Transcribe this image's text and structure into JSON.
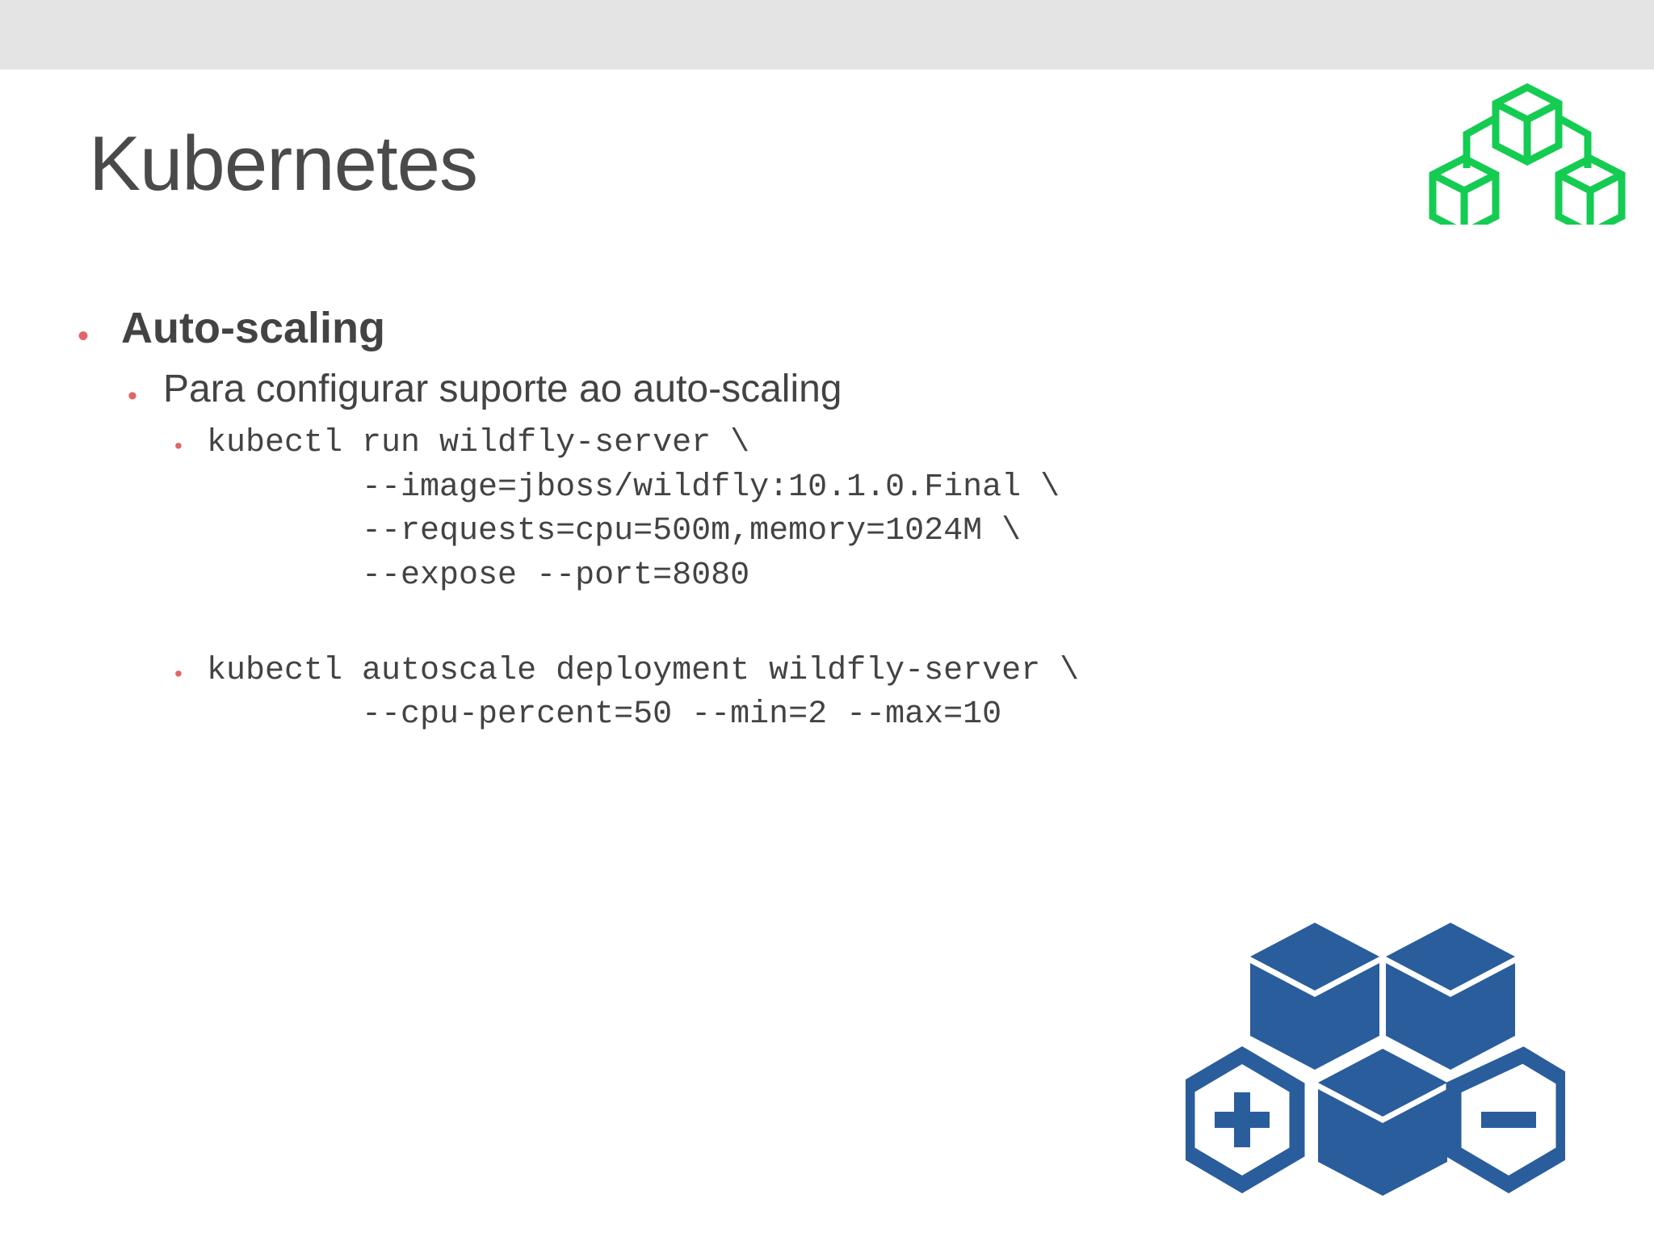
{
  "slide": {
    "title": "Kubernetes",
    "title_color": "#4a4a4a",
    "background_color": "#ffffff",
    "top_bar_color": "#e4e4e4",
    "bullet_color": "#e06666",
    "body_text_color": "#434343"
  },
  "content": {
    "level1": {
      "bullet": "•",
      "text": "Auto-scaling"
    },
    "level2": {
      "bullet": "•",
      "text": "Para configurar suporte ao auto-scaling"
    },
    "commands": [
      {
        "bullet": "•",
        "lines": [
          "kubectl run wildfly-server \\",
          "        --image=jboss/wildfly:10.1.0.Final \\",
          "        --requests=cpu=500m,memory=1024M \\",
          "        --expose --port=8080"
        ]
      },
      {
        "bullet": "•",
        "lines": [
          "kubectl autoscale deployment wildfly-server \\",
          "        --cpu-percent=50 --min=2 --max=10"
        ]
      }
    ]
  },
  "graphics": {
    "kubernetes_logo": {
      "name": "kubernetes-cubes-logo",
      "color": "#14cc52",
      "description": "three green wireframe cubes connected by lines"
    },
    "autoscale_icon": {
      "name": "autoscale-boxes-icon",
      "color": "#2a5d9c",
      "plus_label": "+",
      "minus_label": "-",
      "description": "blue isometric boxes with plus and minus hexagons"
    }
  }
}
